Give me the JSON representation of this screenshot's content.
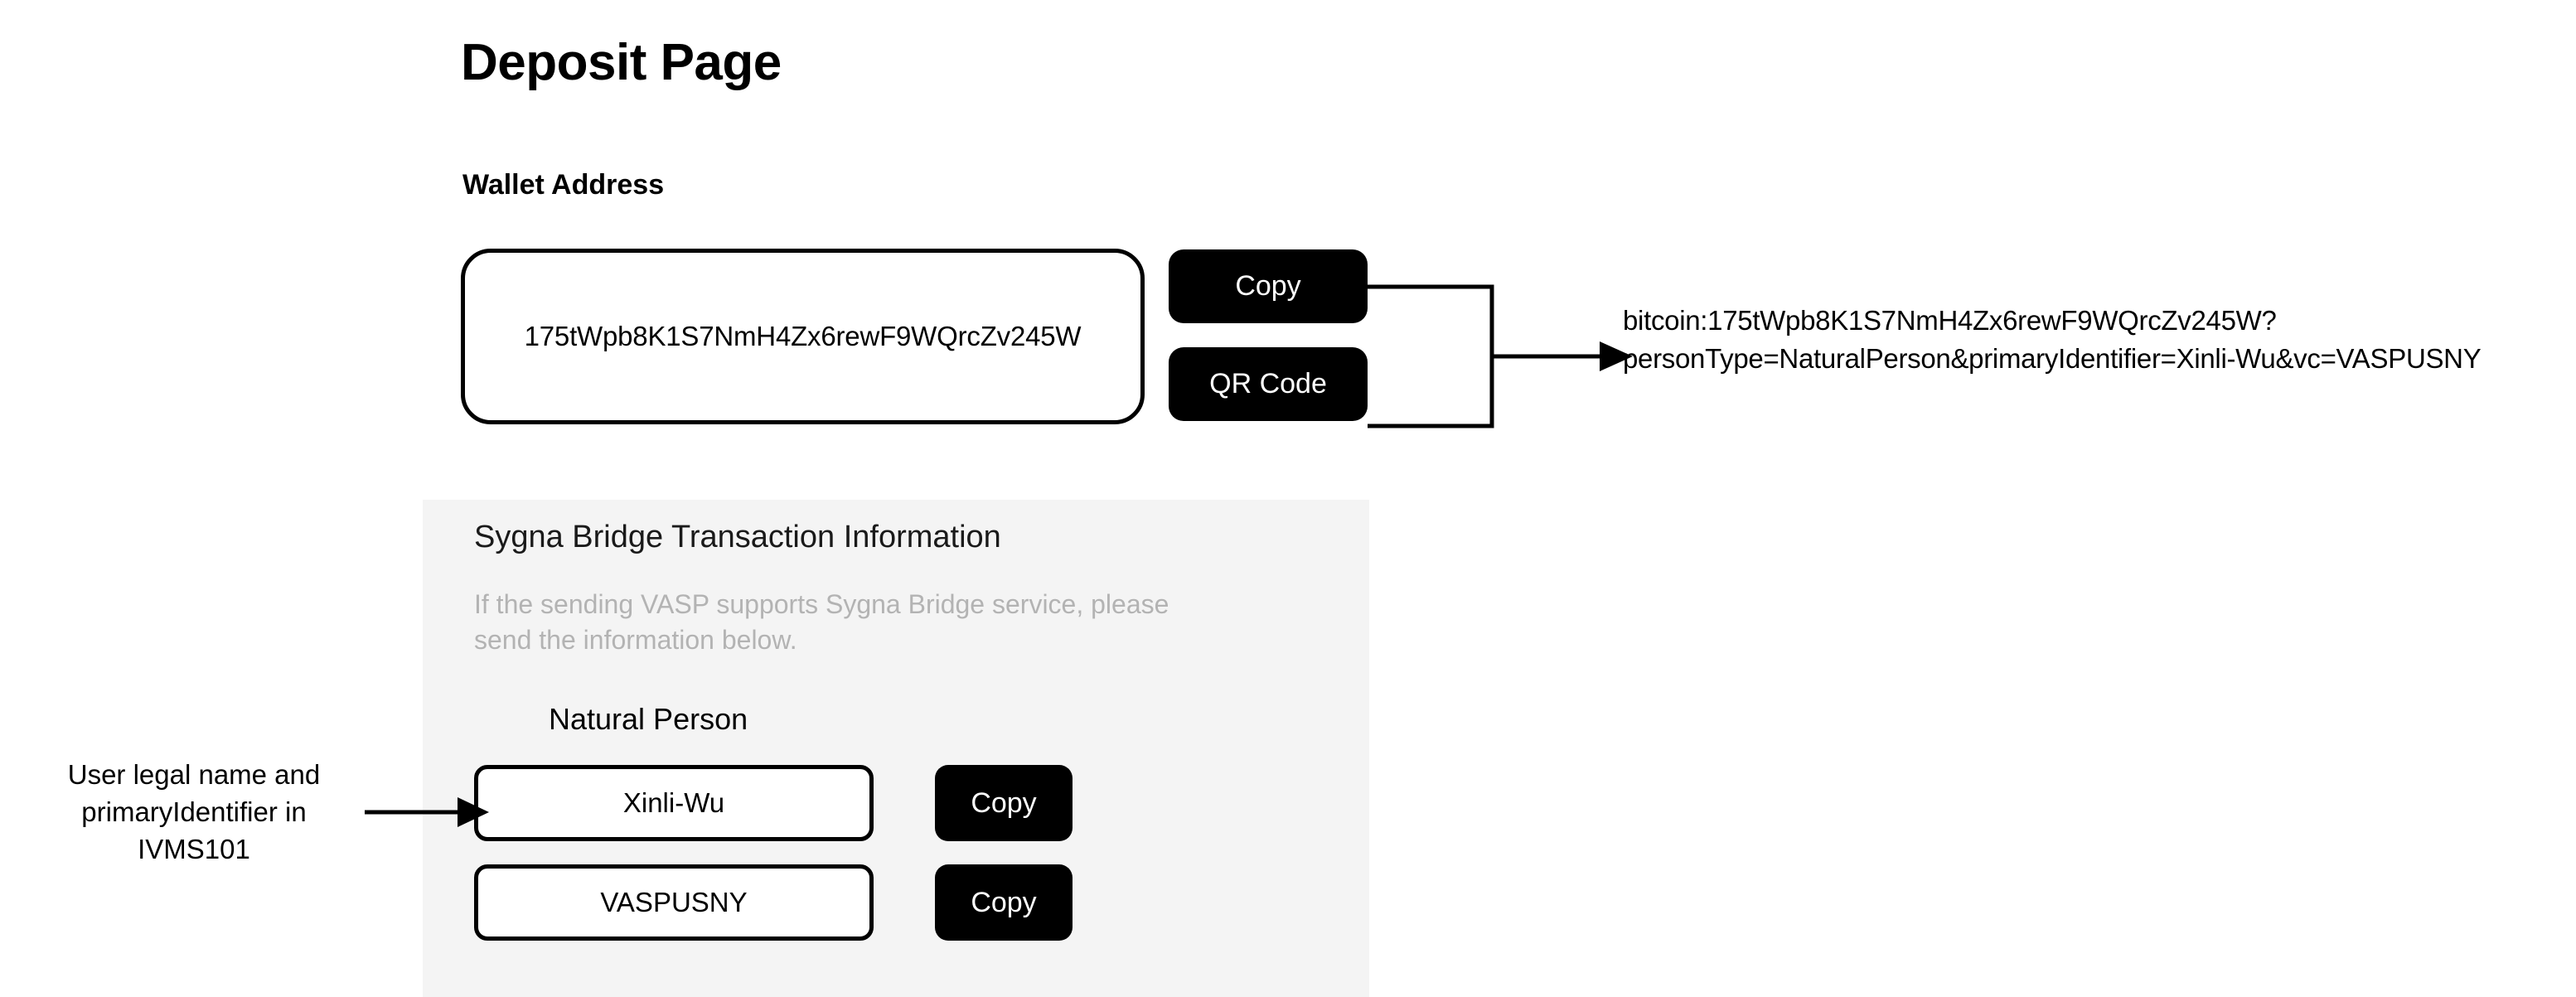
{
  "page": {
    "title": "Deposit Page"
  },
  "wallet": {
    "section_label": "Wallet Address",
    "address": "175tWpb8K1S7NmH4Zx6rewF9WQrcZv245W",
    "copy_label": "Copy",
    "qr_label": "QR Code",
    "uri": "bitcoin:175tWpb8K1S7NmH4Zx6rewF9WQrcZv245W?\npersonType=NaturalPerson&primaryIdentifier=Xinli-Wu&vc=VASPUSNY"
  },
  "panel": {
    "title": "Sygna Bridge Transaction Information",
    "description": "If the sending VASP supports Sygna Bridge service, please\nsend the information below.",
    "person_type": "Natural Person",
    "background_color": "#f4f4f4",
    "description_color": "#b3b3b3",
    "rows": [
      {
        "value": "Xinli-Wu",
        "copy_label": "Copy"
      },
      {
        "value": "VASPUSNY",
        "copy_label": "Copy"
      }
    ]
  },
  "annotation": {
    "text": "User legal name and\nprimaryIdentifier in\nIVMS101"
  },
  "colors": {
    "button_bg": "#000000",
    "button_text": "#ffffff",
    "page_bg": "#ffffff",
    "border": "#000000"
  }
}
